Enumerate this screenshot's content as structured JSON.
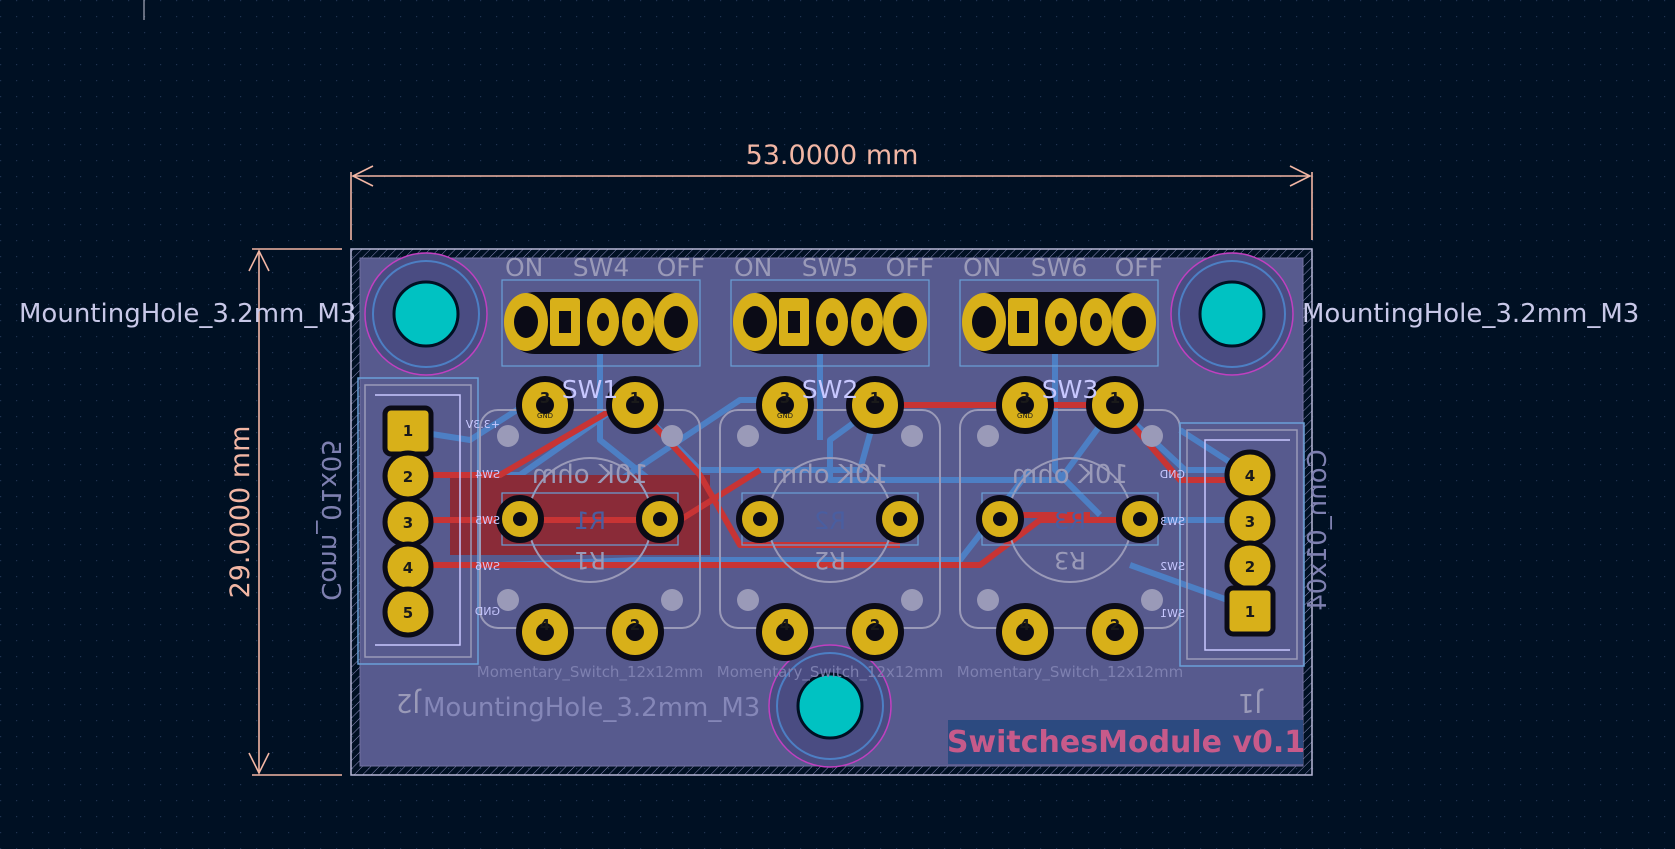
{
  "board": {
    "title": "SwitchesModule v0.1",
    "dimension_width": "53.0000  mm",
    "dimension_height": "29.0000  mm"
  },
  "mounting_holes": {
    "label_left": "MountingHole_3.2mm_M3",
    "label_right": "MountingHole_3.2mm_M3",
    "label_bottom": "MountingHole_3.2mm_M3"
  },
  "slide_switches": [
    {
      "ref": "SW4",
      "on_label": "ON",
      "off_label": "OFF"
    },
    {
      "ref": "SW5",
      "on_label": "ON",
      "off_label": "OFF"
    },
    {
      "ref": "SW6",
      "on_label": "ON",
      "off_label": "OFF"
    }
  ],
  "momentary_switches": [
    {
      "ref": "SW1",
      "footprint": "Momentary_Switch_12x12mm",
      "pins": [
        "3",
        "1",
        "4",
        "2"
      ]
    },
    {
      "ref": "SW2",
      "footprint": "Momentary_Switch_12x12mm",
      "pins": [
        "3",
        "1",
        "4",
        "2"
      ]
    },
    {
      "ref": "SW3",
      "footprint": "Momentary_Switch_12x12mm",
      "pins": [
        "3",
        "1",
        "4",
        "2"
      ]
    }
  ],
  "resistors": [
    {
      "ref": "R1",
      "value": "10K ohm"
    },
    {
      "ref": "R2",
      "value": "10K ohm"
    },
    {
      "ref": "R3",
      "value": "10K ohm"
    }
  ],
  "connectors": {
    "j2": {
      "ref": "J2",
      "value": "Conn_01x05",
      "pins": [
        "1",
        "2",
        "3",
        "4",
        "5"
      ],
      "nets": [
        "+3.3V",
        "SW4",
        "SW5",
        "SW6",
        "GND"
      ]
    },
    "j1": {
      "ref": "J1",
      "value": "Conn_01x04",
      "pins": [
        "4",
        "3",
        "2",
        "1"
      ],
      "nets": [
        "GND",
        "SW3",
        "SW2",
        "SW1"
      ]
    }
  },
  "pad_net_label": "GND",
  "colors": {
    "background": "#001023",
    "board_fill": "#5a5a8c",
    "copper_pad": "#d8b019",
    "front_track": "#c83434",
    "back_track": "#4d7fc4",
    "dimension": "#f2b6a4",
    "silk": "#c8c8ff",
    "hole": "#00c2c2"
  }
}
